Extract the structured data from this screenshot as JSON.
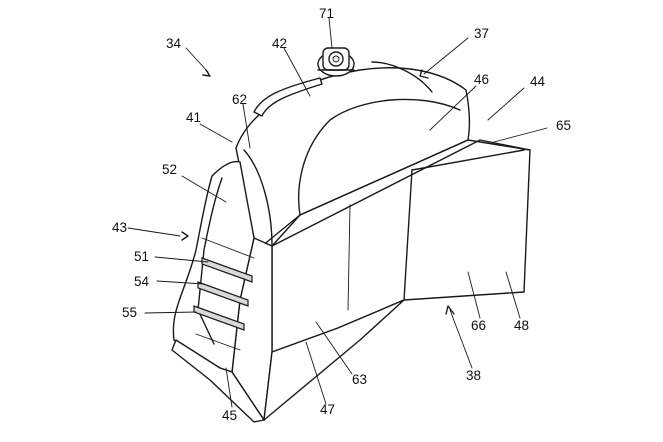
{
  "labels": {
    "l34": "34",
    "l71": "71",
    "l42": "42",
    "l37": "37",
    "l62": "62",
    "l46": "46",
    "l44": "44",
    "l41": "41",
    "l65": "65",
    "l52": "52",
    "l43": "43",
    "l51": "51",
    "l54": "54",
    "l55": "55",
    "l66": "66",
    "l48": "48",
    "l63": "63",
    "l38": "38",
    "l47": "47",
    "l45": "45"
  }
}
